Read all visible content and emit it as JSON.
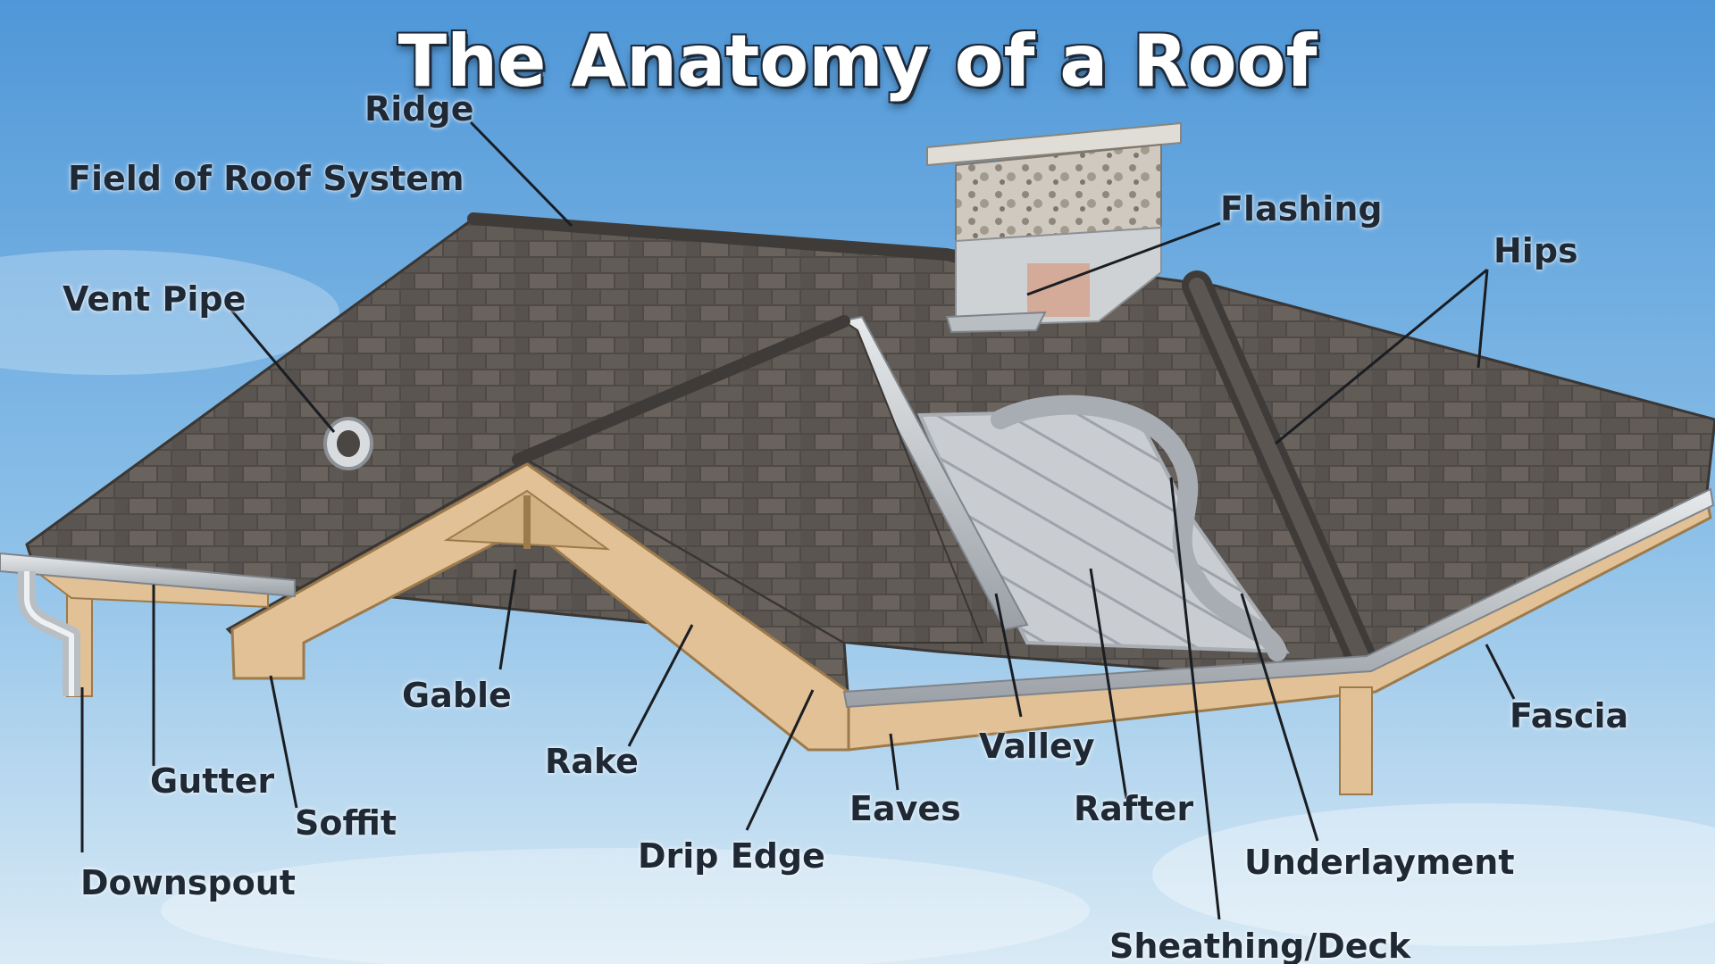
{
  "title": "The Anatomy of a Roof",
  "colors": {
    "sky_top": "#5fa3dd",
    "sky_bottom": "#d6e8f4",
    "shingle": "#4e4a47",
    "shingle_light": "#6e6862",
    "wood": "#e1c195",
    "metal": "#b9bec3",
    "label_text": "#1e2935"
  },
  "labels": {
    "ridge": "Ridge",
    "field_of_roof_system": "Field of Roof System",
    "vent_pipe": "Vent Pipe",
    "flashing": "Flashing",
    "hips": "Hips",
    "gable": "Gable",
    "rake": "Rake",
    "valley": "Valley",
    "fascia": "Fascia",
    "gutter": "Gutter",
    "soffit": "Soffit",
    "eaves": "Eaves",
    "rafter": "Rafter",
    "drip_edge": "Drip Edge",
    "underlayment": "Underlayment",
    "downspout": "Downspout",
    "sheathing_deck": "Sheathing/Deck"
  }
}
